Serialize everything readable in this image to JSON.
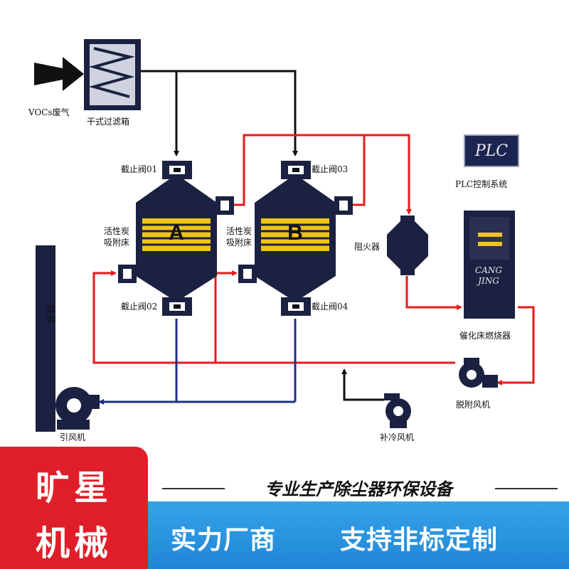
{
  "labels": {
    "vocs_gas": "VOCs废气",
    "dry_filter": "干式过滤箱",
    "valve01": "截止阀01",
    "valve02": "截止阀02",
    "valve03": "截止阀03",
    "valve04": "截止阀04",
    "carbon_bed_a_1": "活性炭",
    "carbon_bed_a_2": "吸附床",
    "carbon_bed_b_1": "活性炭",
    "carbon_bed_b_2": "吸附床",
    "tank_a": "A",
    "tank_b": "B",
    "flame_arrester": "阻火器",
    "plc": "PLC",
    "plc_system": "PLC控制系统",
    "cang": "CANG",
    "jing": "JING",
    "catalytic_burner": "催化床燃烧器",
    "desorption_fan": "脱附风机",
    "cooling_fan": "补冷风机",
    "induced_fan": "引风机",
    "chimney": "烟囱"
  },
  "banner": {
    "brand_line1": "旷星",
    "brand_line2": "机械",
    "slogan": "专业生产除尘器环保设备",
    "tag1": "实力厂商",
    "tag2": "支持非标定制"
  },
  "colors": {
    "flow_red": "#e51b1b",
    "flow_black": "#111111",
    "flow_blue": "#1f2f8a",
    "brand_red": "#e01e29",
    "banner_blue": "#2293dc"
  }
}
